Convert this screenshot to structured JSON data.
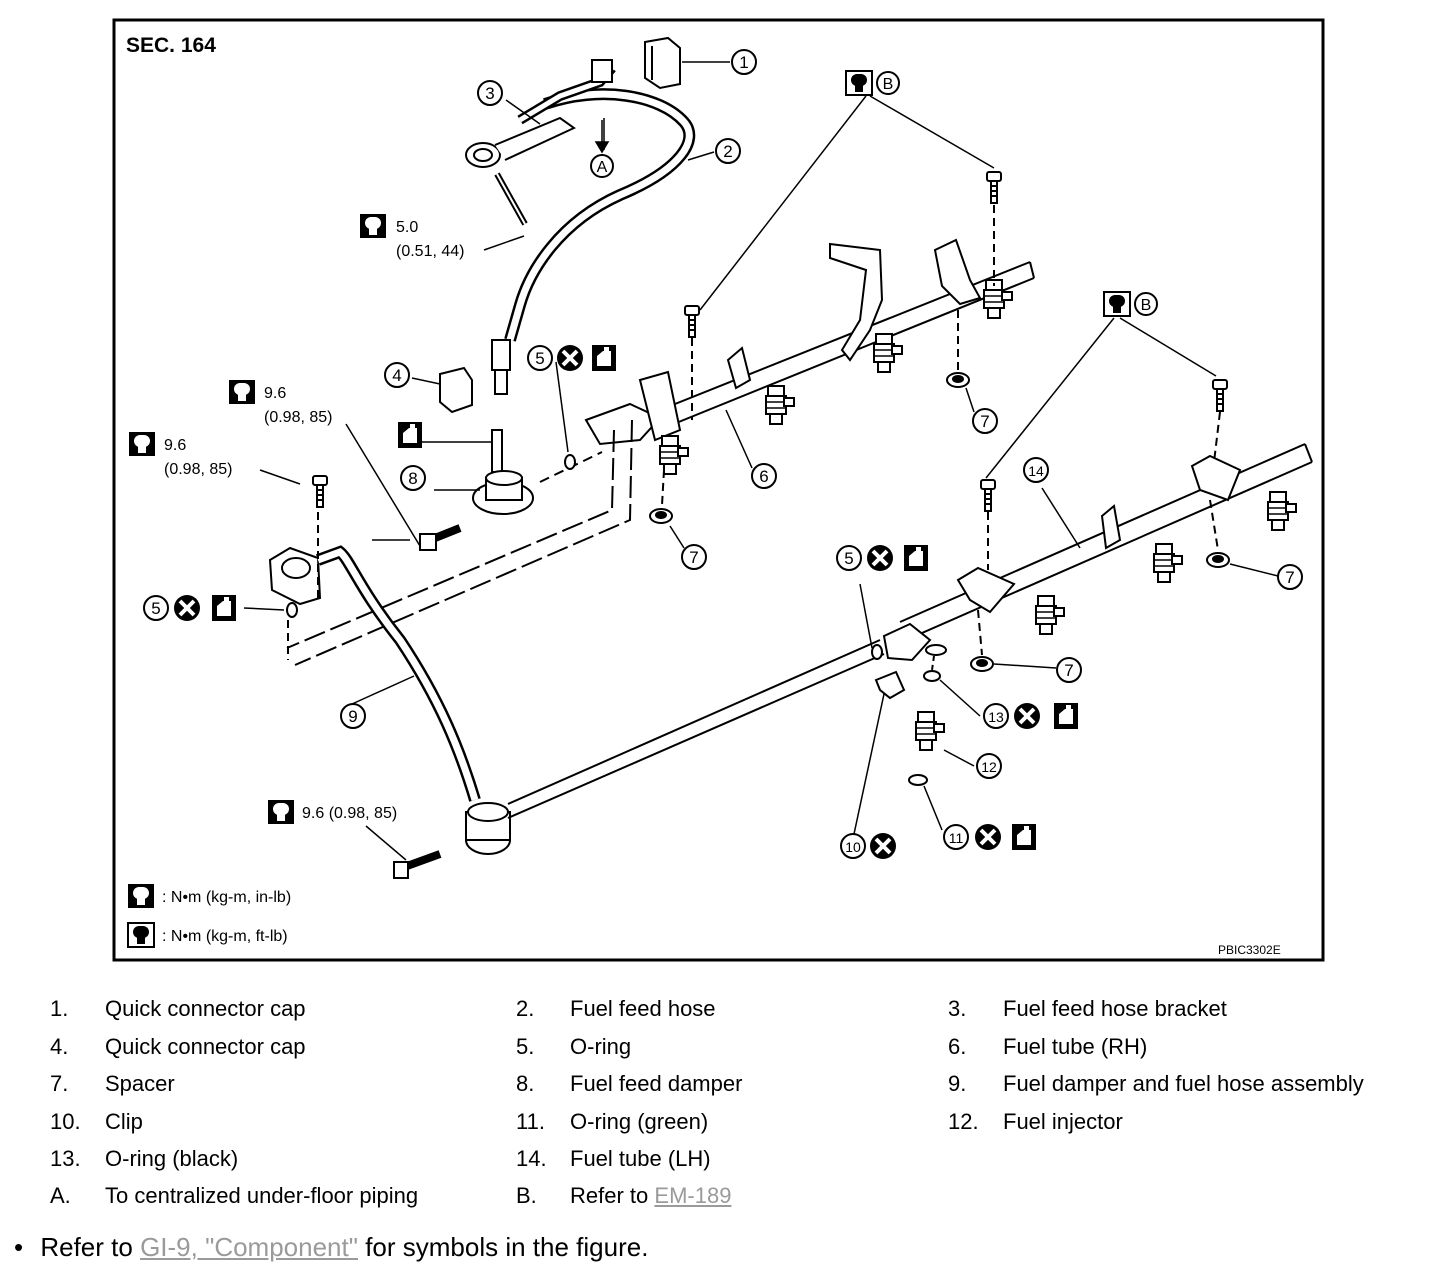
{
  "figure": {
    "section": "SEC. 164",
    "code": "PBIC3302E",
    "callout_a": "A",
    "callout_b": "B",
    "callouts": [
      "1",
      "2",
      "3",
      "4",
      "5",
      "6",
      "7",
      "8",
      "9",
      "10",
      "11",
      "12",
      "13",
      "14"
    ],
    "torques": {
      "t1_line1": "5.0",
      "t1_line2": "(0.51, 44)",
      "t2_line1": "9.6",
      "t2_line2": "(0.98, 85)",
      "t3_line1": "9.6",
      "t3_line2": "(0.98, 85)",
      "t4": "9.6 (0.98, 85)"
    },
    "key_inlb": ": N•m (kg-m, in-lb)",
    "key_ftlb": ": N•m (kg-m, ft-lb)"
  },
  "legend": {
    "items": [
      {
        "num": "1.",
        "text": "Quick connector cap"
      },
      {
        "num": "2.",
        "text": "Fuel feed hose"
      },
      {
        "num": "3.",
        "text": "Fuel feed hose bracket"
      },
      {
        "num": "4.",
        "text": "Quick connector cap"
      },
      {
        "num": "5.",
        "text": "O-ring"
      },
      {
        "num": "6.",
        "text": "Fuel tube (RH)"
      },
      {
        "num": "7.",
        "text": "Spacer"
      },
      {
        "num": "8.",
        "text": "Fuel feed damper"
      },
      {
        "num": "9.",
        "text": "Fuel damper and fuel hose assembly"
      },
      {
        "num": "10.",
        "text": "Clip"
      },
      {
        "num": "11.",
        "text": "O-ring (green)"
      },
      {
        "num": "12.",
        "text": "Fuel injector"
      },
      {
        "num": "13.",
        "text": "O-ring (black)"
      },
      {
        "num": "14.",
        "text": "Fuel tube (LH)"
      },
      {
        "num": "A.",
        "text": "To centralized under-floor piping"
      },
      {
        "num": "B.",
        "text": "Refer to",
        "link": "EM-189"
      }
    ]
  },
  "note": {
    "bullet": "•",
    "prefix": "Refer to",
    "link": "GI-9, \"Component\"",
    "suffix": "for symbols in the figure."
  }
}
